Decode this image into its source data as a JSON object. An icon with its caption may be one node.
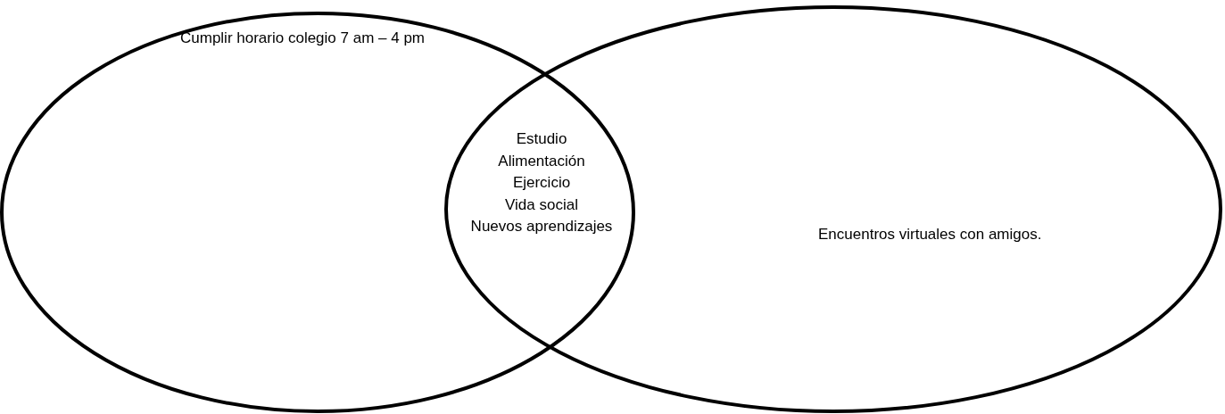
{
  "diagram": {
    "nodes": [
      {
        "text": [
          "Cumplir horario colegio 7 am – 4 pm"
        ]
      },
      {
        "text": [
          "Encuentros virtuales con amigos."
        ]
      }
    ],
    "labels": [
      "Estudio",
      "Alimentación",
      "Ejercicio",
      "Vida social",
      "Nuevos aprendizajes"
    ]
  }
}
